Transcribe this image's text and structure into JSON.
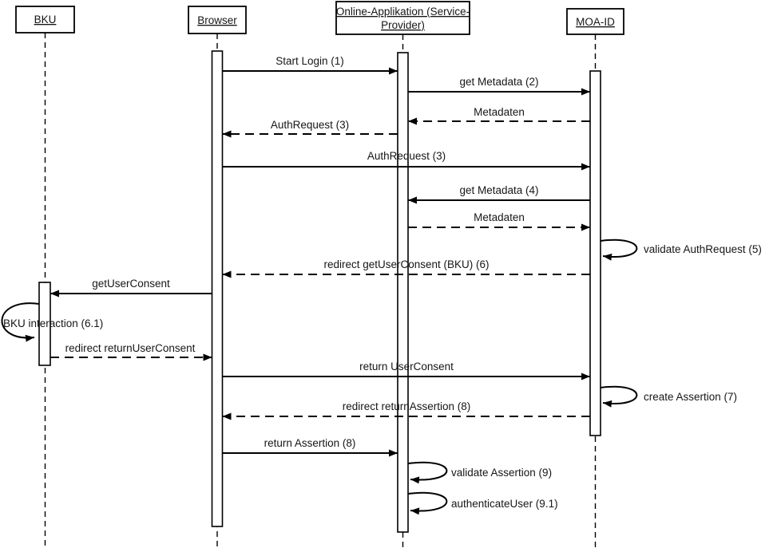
{
  "diagram": {
    "type": "uml-sequence-diagram",
    "actors": [
      {
        "label": "BKU"
      },
      {
        "label": "Browser"
      },
      {
        "label": "Online-Applikation (Service-Provider)",
        "label_line1": "Online-Applikation (Service-",
        "label_line2": "Provider)"
      },
      {
        "label": "MOA-ID"
      }
    ],
    "messages": [
      {
        "label": "Start Login (1)",
        "from": "Browser",
        "to": "Online-Applikation (Service-Provider)",
        "style": "solid"
      },
      {
        "label": "get Metadata (2)",
        "from": "Online-Applikation (Service-Provider)",
        "to": "MOA-ID",
        "style": "solid"
      },
      {
        "label": "Metadaten",
        "from": "MOA-ID",
        "to": "Online-Applikation (Service-Provider)",
        "style": "dashed"
      },
      {
        "label": "AuthRequest (3)",
        "from": "Online-Applikation (Service-Provider)",
        "to": "Browser",
        "style": "dashed"
      },
      {
        "label": "AuthRequest (3)",
        "from": "Browser",
        "to": "MOA-ID",
        "style": "solid"
      },
      {
        "label": "get Metadata (4)",
        "from": "MOA-ID",
        "to": "Online-Applikation (Service-Provider)",
        "style": "solid"
      },
      {
        "label": "Metadaten",
        "from": "Online-Applikation (Service-Provider)",
        "to": "MOA-ID",
        "style": "dashed"
      },
      {
        "label": "validate AuthRequest (5)",
        "from": "MOA-ID",
        "to": "MOA-ID",
        "style": "self"
      },
      {
        "label": "redirect getUserConsent (BKU) (6)",
        "from": "MOA-ID",
        "to": "Browser",
        "style": "dashed"
      },
      {
        "label": "getUserConsent",
        "from": "Browser",
        "to": "BKU",
        "style": "solid"
      },
      {
        "label": "BKU interaction (6.1)",
        "from": "BKU",
        "to": "BKU",
        "style": "self"
      },
      {
        "label": "redirect returnUserConsent",
        "from": "BKU",
        "to": "Browser",
        "style": "dashed"
      },
      {
        "label": "return UserConsent",
        "from": "Browser",
        "to": "MOA-ID",
        "style": "solid"
      },
      {
        "label": "create Assertion (7)",
        "from": "MOA-ID",
        "to": "MOA-ID",
        "style": "self"
      },
      {
        "label": "redirect returnAssertion (8)",
        "from": "MOA-ID",
        "to": "Browser",
        "style": "dashed"
      },
      {
        "label": "return Assertion (8)",
        "from": "Browser",
        "to": "Online-Applikation (Service-Provider)",
        "style": "solid"
      },
      {
        "label": "validate Assertion (9)",
        "from": "Online-Applikation (Service-Provider)",
        "to": "Online-Applikation (Service-Provider)",
        "style": "self"
      },
      {
        "label": "authenticateUser (9.1)",
        "from": "Online-Applikation (Service-Provider)",
        "to": "Online-Applikation (Service-Provider)",
        "style": "self"
      }
    ]
  }
}
